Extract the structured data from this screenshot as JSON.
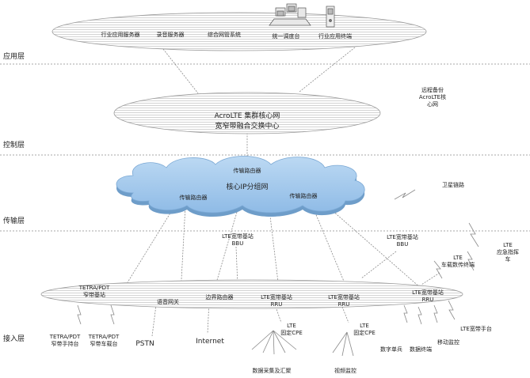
{
  "layers": {
    "application": "应用层",
    "control": "控制层",
    "transport": "传输层",
    "access": "接入层"
  },
  "app": {
    "industry_server": "行业应用服务器",
    "voice_server": "录音服务器",
    "network_mgmt": "综合网管系统",
    "dispatch_console": "统一调度台",
    "terminal": "行业应用终端"
  },
  "core": {
    "line1": "AcroLTE 集群核心网",
    "line2": "宽窄带融合交换中心",
    "backup": "远程备份\nAcroLTE核\n心网"
  },
  "ip_cloud": {
    "title": "核心IP分组网",
    "router_top": "传输路由器",
    "router_left": "传输路由器",
    "router_right": "传输路由器",
    "satellite": "卫星链路"
  },
  "bbu": {
    "a": "LTE宽带基站\nBBU",
    "b": "LTE宽带基站\nBBU"
  },
  "vehicles": {
    "emergency": "LTE\n应急指挥车",
    "vehicle_terminal": "LTE\n车载数传终端"
  },
  "access_ring": {
    "tetra_base": "TETRA/PDT\n窄带基站",
    "voice_gateway": "语音网关",
    "border_router": "边界路由器",
    "rru1": "LTE宽带基站\nRRU",
    "rru2": "LTE宽带基站\nRRU",
    "rru3": "LTE宽带基站\nRRU"
  },
  "bottom": {
    "handset": "TETRA/PDT\n窄带手持台",
    "vehicle_radio": "TETRA/PDT\n窄带车载台",
    "pstn": "PSTN",
    "internet": "Internet",
    "cpe1": "LTE\n固定CPE",
    "cpe2": "LTE\n固定CPE",
    "data_collect": "数据采集及汇聚",
    "video": "视频监控",
    "lte_handset": "LTE宽带手台",
    "mobile_monitor": "移动监控",
    "digital_individual": "数字单兵",
    "data_terminal": "数据终端"
  },
  "colors": {
    "cloud_fill": "#a9cdef",
    "cloud_edge": "#6e9dc9",
    "dash": "#8a8a8a"
  }
}
